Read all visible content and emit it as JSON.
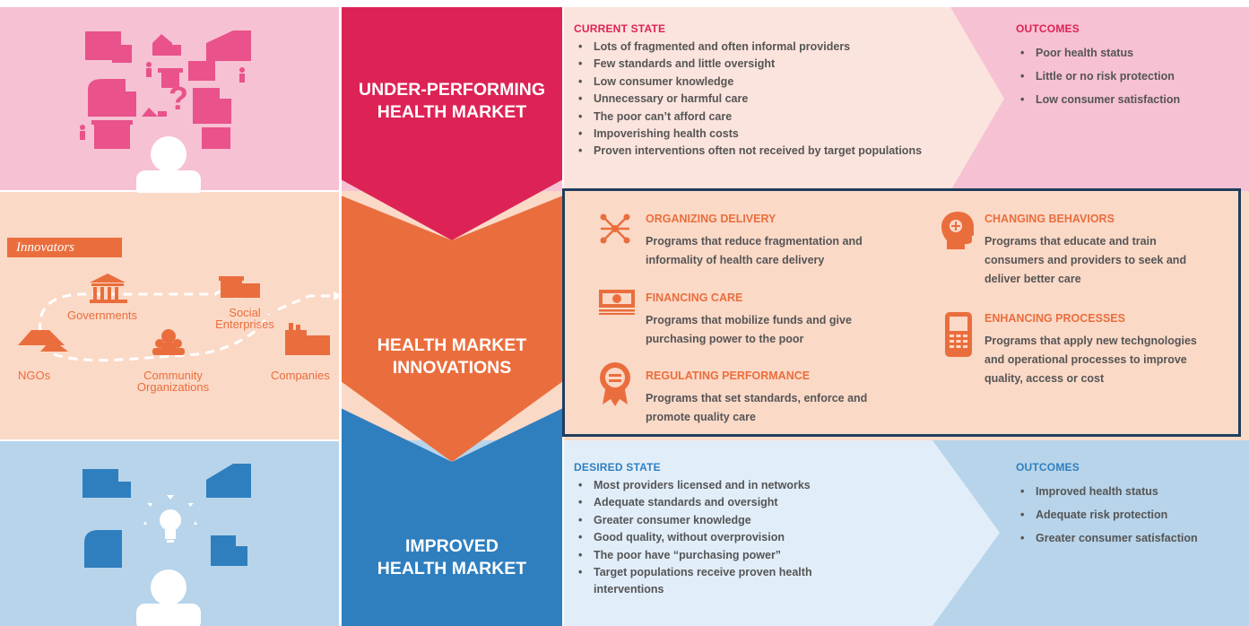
{
  "colors": {
    "pink_band": "#f6c1d3",
    "pink_light": "#fbe4dd",
    "peach_band": "#fbd9c7",
    "blue_band": "#b7d4ea",
    "blue_light": "#e1eef9",
    "crimson": "#dd2356",
    "orange": "#ea6e3d",
    "blue": "#2f7fbf",
    "navy_border": "#1f3d5c",
    "text_gray": "#555555"
  },
  "top": {
    "title_line1": "UNDER-PERFORMING",
    "title_line2": "HEALTH MARKET",
    "current_state_heading": "CURRENT STATE",
    "current_state_items": [
      "Lots of fragmented and often informal providers",
      "Few standards and little oversight",
      "Low consumer knowledge",
      "Unnecessary or harmful care",
      "The poor can’t afford care",
      "Impoverishing health costs",
      "Proven interventions often not received by target populations"
    ],
    "outcomes_heading": "OUTCOMES",
    "outcomes_items": [
      "Poor health status",
      "Little or no risk protection",
      "Low consumer satisfaction"
    ]
  },
  "middle": {
    "innovators_label": "Innovators",
    "innovator_types": {
      "governments": "Governments",
      "social_line1": "Social",
      "social_line2": "Enterprises",
      "ngos": "NGOs",
      "community_line1": "Community",
      "community_line2": "Organizations",
      "companies": "Companies"
    },
    "title_line1": "HEALTH MARKET",
    "title_line2": "INNOVATIONS",
    "categories": {
      "organizing": {
        "title": "ORGANIZING DELIVERY",
        "desc_line1": "Programs that reduce fragmentation and",
        "desc_line2": "informality of health care delivery"
      },
      "financing": {
        "title": "FINANCING CARE",
        "desc_line1": "Programs that mobilize funds and give",
        "desc_line2": "purchasing power to the poor"
      },
      "regulating": {
        "title": "REGULATING PERFORMANCE",
        "desc_line1": "Programs that set standards, enforce and",
        "desc_line2": "promote quality care"
      },
      "behaviors": {
        "title": "CHANGING BEHAVIORS",
        "desc_line1": "Programs that educate and  train",
        "desc_line2": "consumers and providers to seek and",
        "desc_line3": "deliver better care"
      },
      "processes": {
        "title": "ENHANCING PROCESSES",
        "desc_line1": "Programs that apply new techgnologies",
        "desc_line2": "and operational processes to improve",
        "desc_line3": "quality, access or cost"
      }
    }
  },
  "bottom": {
    "title_line1": "IMPROVED",
    "title_line2": "HEALTH MARKET",
    "desired_state_heading": "DESIRED STATE",
    "desired_state_items": [
      "Most providers licensed and in networks",
      "Adequate standards and oversight",
      "Greater consumer knowledge",
      "Good quality, without overprovision",
      "The poor have “purchasing power”",
      "Target populations receive proven health",
      "interventions"
    ],
    "outcomes_heading": "OUTCOMES",
    "outcomes_items": [
      "Improved health status",
      "Adequate risk protection",
      "Greater consumer satisfaction"
    ]
  }
}
